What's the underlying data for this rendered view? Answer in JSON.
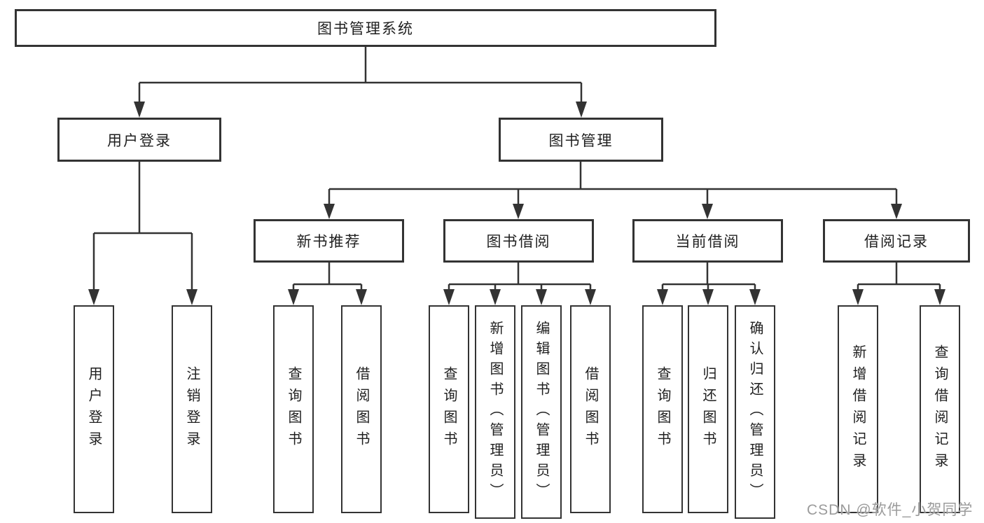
{
  "diagram": {
    "root": {
      "label": "图书管理系统"
    },
    "branches": [
      {
        "label": "用户登录",
        "children": [
          {
            "label": "用户登录"
          },
          {
            "label": "注销登录"
          }
        ]
      },
      {
        "label": "图书管理",
        "children": [
          {
            "label": "新书推荐",
            "children": [
              {
                "label": "查询图书"
              },
              {
                "label": "借阅图书"
              }
            ]
          },
          {
            "label": "图书借阅",
            "children": [
              {
                "label": "查询图书"
              },
              {
                "label": "新增图书（管理员）"
              },
              {
                "label": "编辑图书（管理员）"
              },
              {
                "label": "借阅图书"
              }
            ]
          },
          {
            "label": "当前借阅",
            "children": [
              {
                "label": "查询图书"
              },
              {
                "label": "归还图书"
              },
              {
                "label": "确认归还（管理员）"
              }
            ]
          },
          {
            "label": "借阅记录",
            "children": [
              {
                "label": "新增借阅记录"
              },
              {
                "label": "查询借阅记录"
              }
            ]
          }
        ]
      }
    ],
    "watermark": "CSDN @软件_小贺同学",
    "colors": {
      "line": "#333333",
      "text": "#1f1f1f",
      "watermark": "#9b9b9b",
      "background": "#ffffff"
    }
  }
}
